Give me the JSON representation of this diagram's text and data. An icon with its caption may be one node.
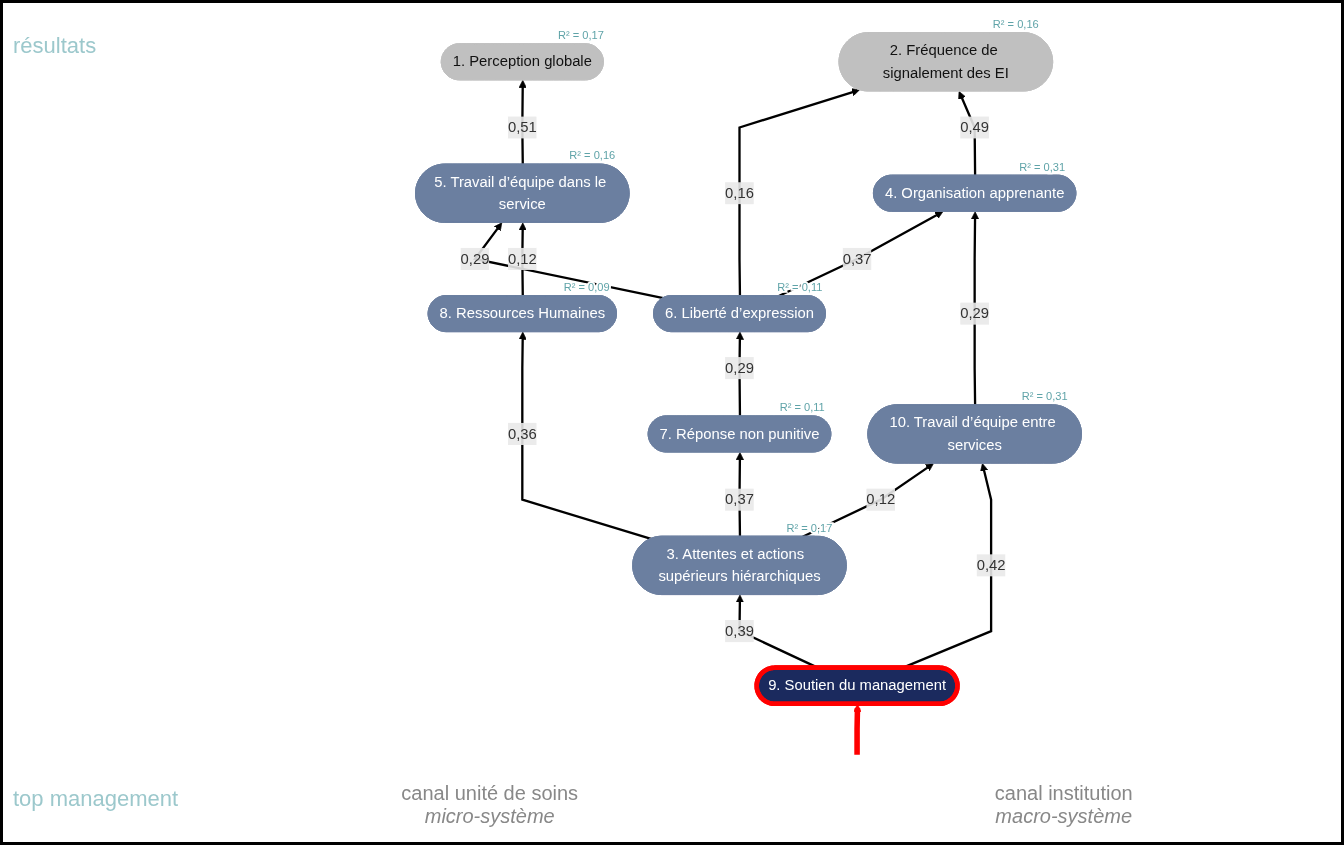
{
  "diagram": {
    "nodes": [
      {
        "text": [
          "1. Perception globale"
        ],
        "beside": [
          "R² = 0,17"
        ]
      },
      {
        "text": [
          "2. Fréquence de signalement des EI"
        ],
        "beside": [
          "R² = 0,16"
        ]
      },
      {
        "text": [
          "5. Travail d’équipe dans le service"
        ],
        "beside": [
          "R² = 0,16"
        ]
      },
      {
        "text": [
          "6. Liberté d’expression"
        ],
        "beside": [
          "R² = 0,11"
        ]
      },
      {
        "text": [
          "4. Organisation apprenante"
        ],
        "beside": [
          "R² = 0,31"
        ]
      },
      {
        "text": [
          "8. Ressources Humaines"
        ],
        "beside": [
          "R² = 0,09"
        ]
      },
      {
        "text": [
          "7. Réponse non punitive"
        ],
        "beside": [
          "R² = 0,11"
        ]
      },
      {
        "text": [
          "3. Attentes et actions  supérieurs hiérarchiques"
        ],
        "beside": [
          "R² = 0,17"
        ]
      },
      {
        "text": [
          "10. Travail d’équipe entre services"
        ],
        "beside": [
          "R² = 0,31"
        ]
      },
      {
        "text": [
          "9. Soutien du management"
        ]
      }
    ],
    "edges": [
      {
        "from": 2,
        "to": 0,
        "arrow": "to",
        "label": "0,51"
      },
      {
        "from": 3,
        "to": 1,
        "arrow": "to",
        "label": "0,16"
      },
      {
        "from": 4,
        "to": 1,
        "arrow": "to",
        "label": "0,49"
      },
      {
        "from": 3,
        "to": 2,
        "arrow": "to",
        "label": "0,29"
      },
      {
        "from": 3,
        "to": 4,
        "arrow": "to",
        "label": "0,37"
      },
      {
        "from": 5,
        "to": 2,
        "arrow": "to",
        "label": "0,12"
      },
      {
        "from": 6,
        "to": 3,
        "arrow": "to",
        "label": "0,29"
      },
      {
        "from": 8,
        "to": 4,
        "arrow": "to",
        "label": "0,29"
      },
      {
        "from": 7,
        "to": 5,
        "arrow": "to",
        "label": "0,36"
      },
      {
        "from": 7,
        "to": 6,
        "arrow": "to",
        "label": "0,37"
      },
      {
        "from": 7,
        "to": 8,
        "arrow": "to",
        "label": "0,12"
      },
      {
        "from": 9,
        "to": 7,
        "arrow": "to",
        "label": "0,39"
      },
      {
        "from": 9,
        "to": 8,
        "arrow": "to",
        "label": "0,42"
      },
      {
        "from": null,
        "to": 9,
        "arrow": "to",
        "style": "thick",
        "color": "#ff0000"
      }
    ],
    "labels": [
      "résultats",
      "top management",
      "canal unité de soins",
      "micro-système",
      "canal institution",
      "macro-système"
    ]
  }
}
